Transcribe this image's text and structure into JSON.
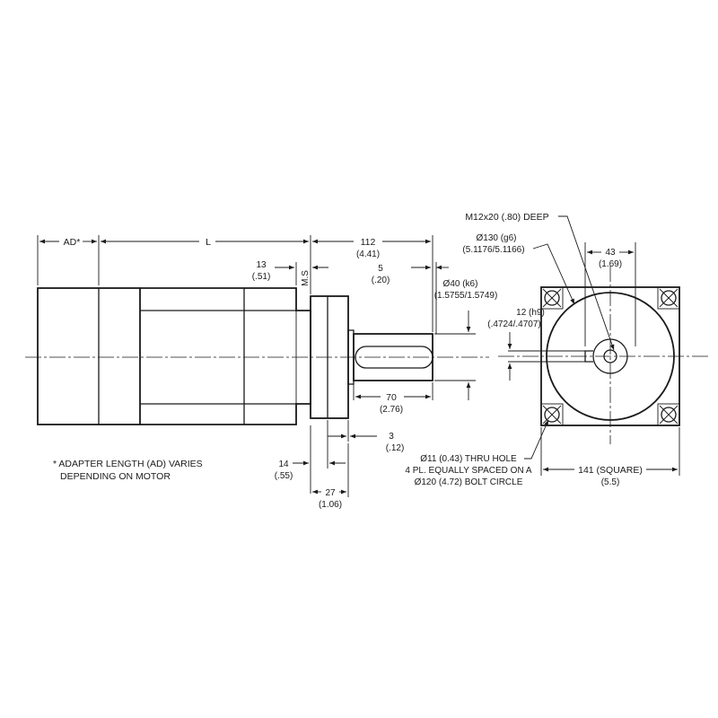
{
  "side_view": {
    "dim_ad": "AD*",
    "dim_l": "L",
    "dim_112": "112",
    "dim_112_in": "(4.41)",
    "dim_13": "13",
    "dim_13_in": "(.51)",
    "label_ms": "M.S",
    "dim_5": "5",
    "dim_5_in": "(.20)",
    "dim_40": "Ø40 (k6)",
    "dim_40_in": "(1.5755/1.5749)",
    "dim_12h9": "12 (h9)",
    "dim_12h9_in": "(.4724/.4707)",
    "dim_70": "70",
    "dim_70_in": "(2.76)",
    "dim_3": "3",
    "dim_3_in": "(.12)",
    "dim_14": "14",
    "dim_14_in": "(.55)",
    "dim_27": "27",
    "dim_27_in": "(1.06)"
  },
  "notes": {
    "adapter_line1": "* ADAPTER LENGTH (AD) VARIES",
    "adapter_line2": "DEPENDING ON MOTOR"
  },
  "end_view": {
    "tap_hole": "M12x20 (.80) DEEP",
    "pilot": "Ø130 (g6)",
    "pilot_in": "(5.1176/5.1166)",
    "dim_43": "43",
    "dim_43_in": "(1.69)",
    "hole_line1": "Ø11 (0.43) THRU HOLE",
    "hole_line2": "4 PL. EQUALLY SPACED ON A",
    "hole_line3": "Ø120 (4.72) BOLT CIRCLE",
    "dim_141": "141 (SQUARE)",
    "dim_141_in": "(5.5)"
  }
}
